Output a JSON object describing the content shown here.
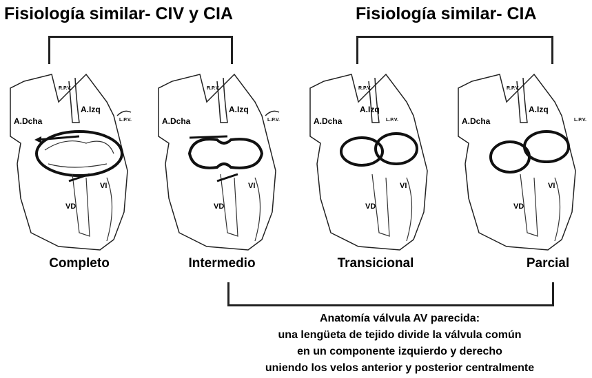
{
  "titles": {
    "left": "Fisiología similar- CIV y CIA",
    "right": "Fisiología similar- CIA"
  },
  "heart_labels": {
    "rpv": "R.P.V.",
    "lpv": "L.P.V.",
    "left_atrium": "A.Izq",
    "right_atrium": "A.Dcha",
    "left_ventricle": "VI",
    "right_ventricle": "VD"
  },
  "panels": [
    {
      "label": "Completo"
    },
    {
      "label": "Intermedio"
    },
    {
      "label": "Transicional"
    },
    {
      "label": "Parcial"
    }
  ],
  "note_lines": [
    "Anatomía válvula AV parecida:",
    "una lengüeta de tejido divide la válvula común",
    "en un componente izquierdo y derecho",
    "uniendo los velos anterior y posterior centralmente"
  ]
}
